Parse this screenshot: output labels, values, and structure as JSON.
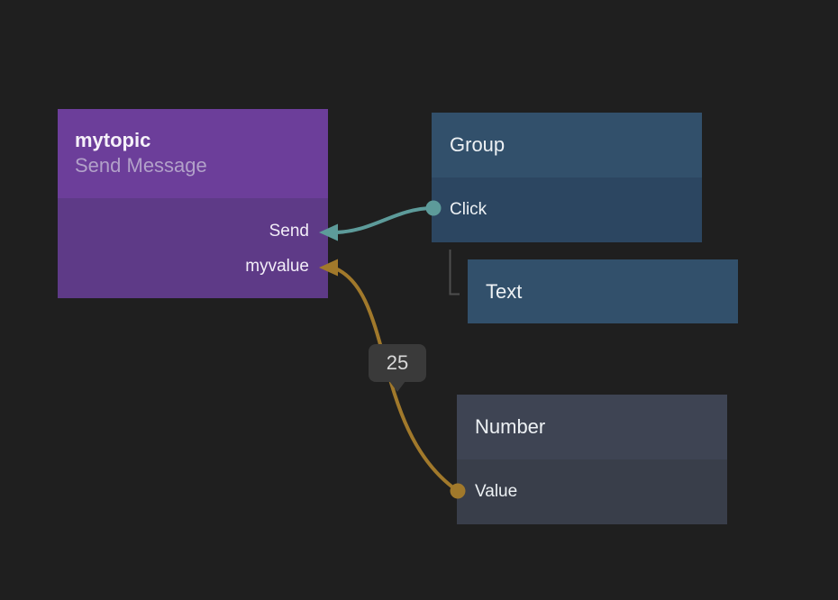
{
  "canvas": {
    "background": "#1F1F1F"
  },
  "nodes": {
    "mytopic": {
      "title": "mytopic",
      "subtitle": "Send Message",
      "header_color": "#6C3E9A",
      "body_color": "#5E3A87",
      "inputs": [
        {
          "label": "Send"
        },
        {
          "label": "myvalue"
        }
      ]
    },
    "group": {
      "title": "Group",
      "header_color": "#32506B",
      "body_color": "#2C4661",
      "outputs": [
        {
          "label": "Click"
        }
      ]
    },
    "text": {
      "title": "Text",
      "color": "#32506B",
      "parent": "Group"
    },
    "number": {
      "title": "Number",
      "header_color": "#3E4453",
      "body_color": "#393E4A",
      "outputs": [
        {
          "label": "Value"
        }
      ]
    }
  },
  "connections": [
    {
      "from": "Group.Click",
      "to": "mytopic.Send",
      "type": "signal",
      "color": "#5D9B9A"
    },
    {
      "from": "Number.Value",
      "to": "mytopic.myvalue",
      "type": "data",
      "color": "#A1792B",
      "value_label": "25"
    }
  ],
  "tooltip": {
    "value": "25"
  }
}
